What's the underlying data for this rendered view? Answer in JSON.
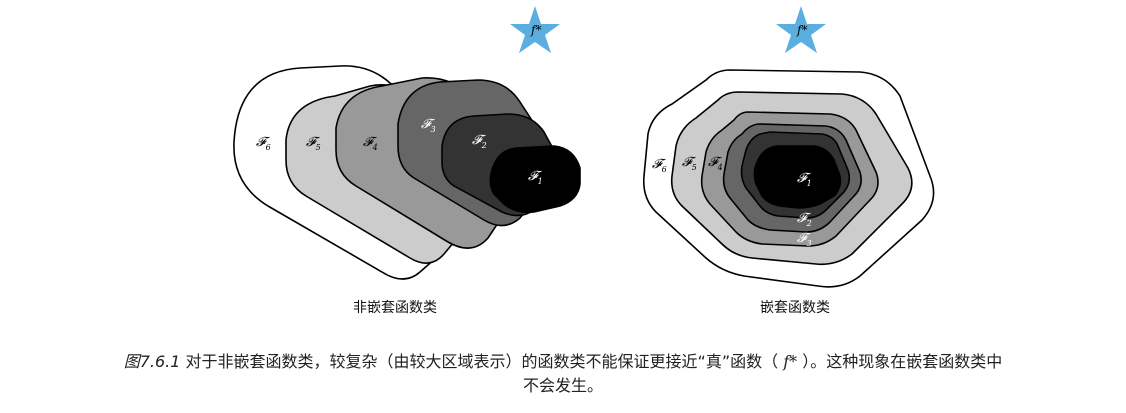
{
  "left_panel": {
    "label": "非嵌套函数类",
    "sets": [
      {
        "name": "F",
        "index": "6",
        "fill": "#ffffff",
        "text_color": "#000000"
      },
      {
        "name": "F",
        "index": "5",
        "fill": "#cccccc",
        "text_color": "#000000"
      },
      {
        "name": "F",
        "index": "4",
        "fill": "#999999",
        "text_color": "#000000"
      },
      {
        "name": "F",
        "index": "3",
        "fill": "#666666",
        "text_color": "#ffffff"
      },
      {
        "name": "F",
        "index": "2",
        "fill": "#333333",
        "text_color": "#ffffff"
      },
      {
        "name": "F",
        "index": "1",
        "fill": "#000000",
        "text_color": "#ffffff"
      }
    ],
    "star_label": "f*"
  },
  "right_panel": {
    "label": "嵌套函数类",
    "sets": [
      {
        "name": "F",
        "index": "6",
        "fill": "#ffffff",
        "text_color": "#000000"
      },
      {
        "name": "F",
        "index": "5",
        "fill": "#cccccc",
        "text_color": "#000000"
      },
      {
        "name": "F",
        "index": "4",
        "fill": "#999999",
        "text_color": "#000000"
      },
      {
        "name": "F",
        "index": "3",
        "fill": "#666666",
        "text_color": "#ffffff"
      },
      {
        "name": "F",
        "index": "2",
        "fill": "#333333",
        "text_color": "#ffffff"
      },
      {
        "name": "F",
        "index": "1",
        "fill": "#000000",
        "text_color": "#ffffff"
      }
    ],
    "star_label": "f*"
  },
  "colors": {
    "star": "#5aaee0",
    "outline": "#000000"
  },
  "caption": {
    "figure_number": "图7.6.1",
    "text_before": "对于非嵌套函数类，较复杂（由较大区域表示）的函数类不能保证更接近“真”函数（",
    "math": "f*",
    "text_after": "）。这种现象在嵌套函数类中",
    "line2": "不会发生。"
  }
}
